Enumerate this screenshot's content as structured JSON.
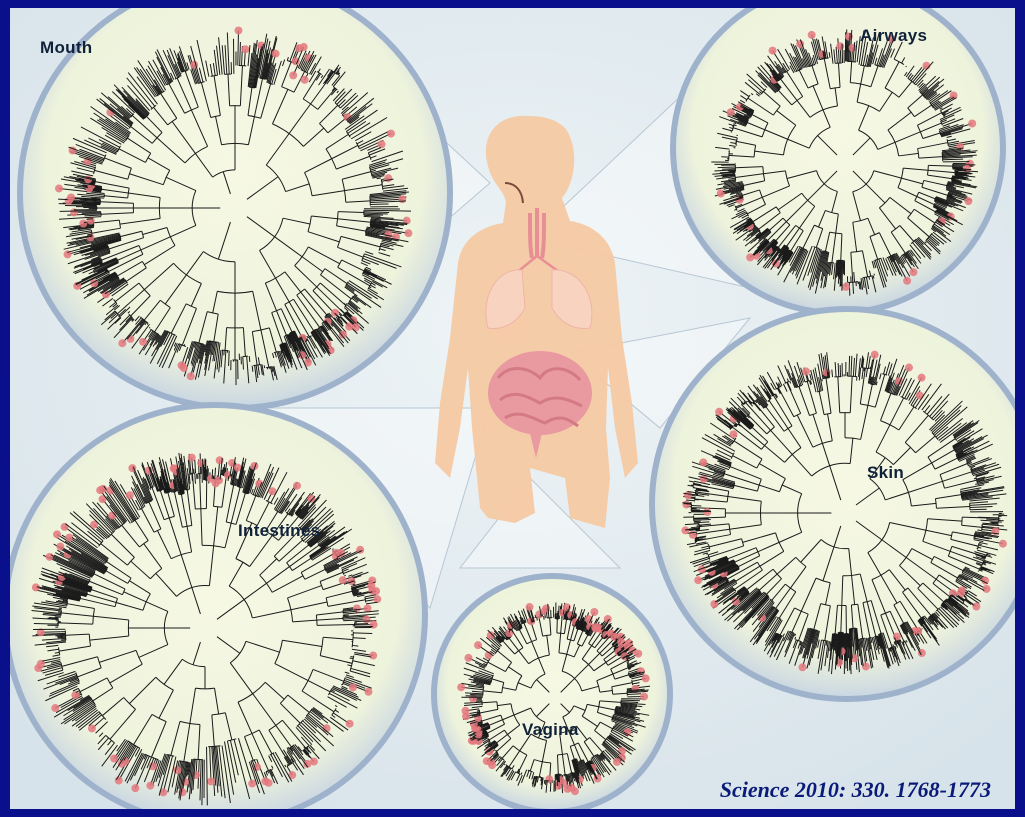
{
  "regions": {
    "mouth": {
      "label": "Mouth"
    },
    "airways": {
      "label": "Airways"
    },
    "skin": {
      "label": "Skin"
    },
    "intestines": {
      "label": "Intestines"
    },
    "vagina": {
      "label": "Vagina"
    }
  },
  "citation": "Science 2010: 330. 1768-1773",
  "colors": {
    "frame": "#0a0f8c",
    "background": "#e2ecf0",
    "circle_fill": "#f3f6df",
    "circle_rim": "#9fb2cc",
    "body": "#f6c9a3",
    "organs": "#e89aa0",
    "tree_lines": "#1a1a1a",
    "highlight_dots": "#e4787e",
    "citation_text": "#0a1a78"
  }
}
